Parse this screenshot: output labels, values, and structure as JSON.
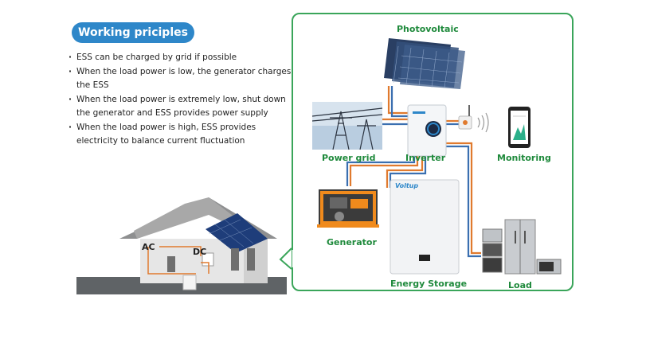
{
  "header": {
    "title": "Working priciples"
  },
  "principles": [
    "ESS can be charged by grid if possible",
    "When the load power is low, the generator charges the ESS",
    "When the load power is extremely low, shut down the generator and ESS provides power supply",
    "When the load power is high, ESS provides electricity to balance current fluctuation"
  ],
  "diagram": {
    "photovoltaic": "Photovoltaic",
    "power_grid": "Power grid",
    "inverter": "Inverter",
    "monitoring": "Monitoring",
    "generator": "Generator",
    "energy_storage": "Energy Storage",
    "load": "Load",
    "battery_brand": "Voltup"
  },
  "house": {
    "ac_label": "AC",
    "dc_label": "DC"
  },
  "colors": {
    "accent_blue": "#2e87c9",
    "frame_green": "#3aa55a",
    "label_green": "#1f8a3c",
    "wire_orange": "#e07a2e",
    "wire_blue": "#3a6fb0"
  }
}
